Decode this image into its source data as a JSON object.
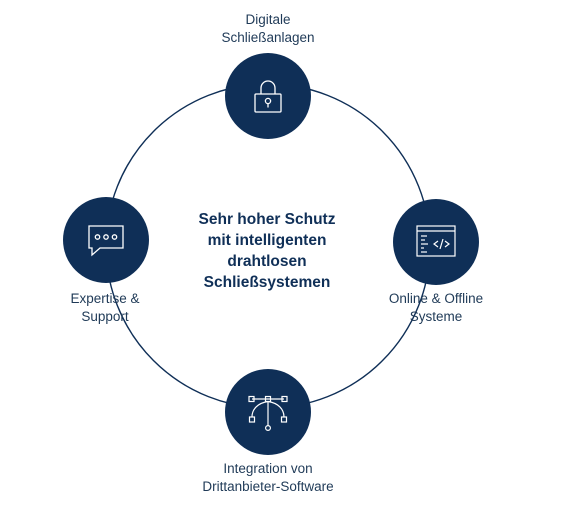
{
  "center_statement": {
    "line1": "Sehr hoher Schutz",
    "line2": "mit intelligenten",
    "line3": "drahtlosen",
    "line4": "Schließsystemen"
  },
  "nodes": [
    {
      "id": "top",
      "icon": "padlock-icon",
      "label_line1": "Digitale",
      "label_line2": "Schließanlagen"
    },
    {
      "id": "right",
      "icon": "code-window-icon",
      "label_line1": "Online & Offline",
      "label_line2": "Systeme"
    },
    {
      "id": "bottom",
      "icon": "vector-pen-tool-icon",
      "label_line1": "Integration von",
      "label_line2": "Drittanbieter-Software"
    },
    {
      "id": "left",
      "icon": "chat-bubble-icon",
      "label_line1": "Expertise &",
      "label_line2": "Support"
    }
  ],
  "colors": {
    "node_fill": "#0f2f57",
    "ring_stroke": "#0f2f57",
    "icon_stroke": "#ffffff",
    "label_text": "#1f3a57"
  }
}
